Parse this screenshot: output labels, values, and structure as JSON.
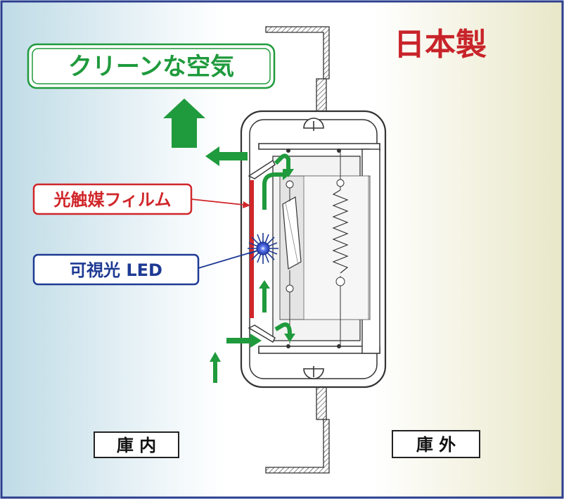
{
  "labels": {
    "made_in_japan": "日本製",
    "clean_air": "クリーンな空気",
    "photocatalyst_film": "光触媒フィルム",
    "visible_led": "可視光 LED",
    "inside": "庫 内",
    "outside": "庫 外"
  },
  "colors": {
    "frame": "#2b3f8f",
    "green": "#1f9a3c",
    "red": "#d0262a",
    "blue": "#1e3a94",
    "led_glow": "#3c4fd8",
    "line": "#333333",
    "bg_left": "#c9e0e9",
    "bg_right": "#ecebcf"
  },
  "icons": [
    "up-arrow-icon",
    "left-arrow-icon",
    "right-arrow-icon",
    "curved-arrow-icon",
    "led-burst-icon"
  ]
}
